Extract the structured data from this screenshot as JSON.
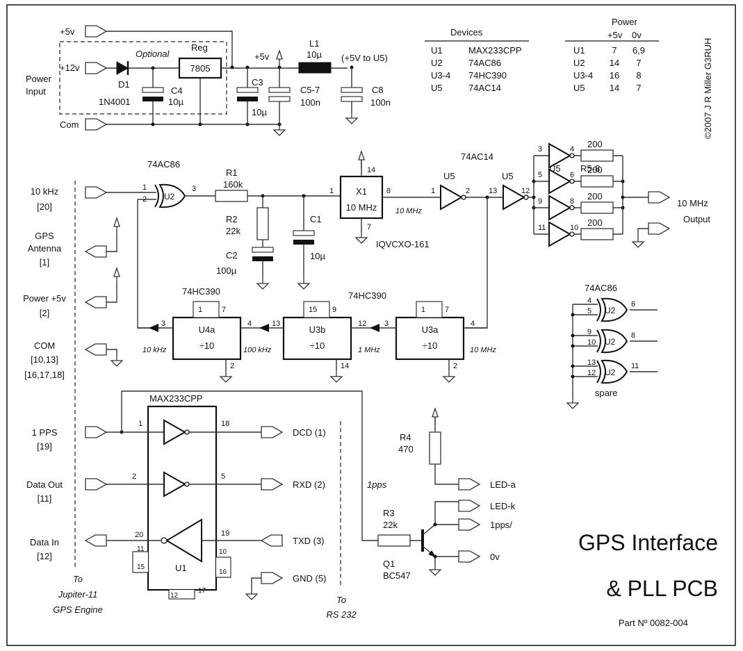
{
  "title": {
    "line1": "GPS Interface",
    "line2": "& PLL  PCB",
    "part": "Part Nº  0082-004",
    "copyright": "©2007 J R Miller G3RUH"
  },
  "power_section": {
    "label_line1": "Power",
    "label_line2": "Input",
    "plus5v": "+5v",
    "plus12v": "+12v",
    "com": "Com",
    "optional": "Optional",
    "reg_label": "Reg",
    "reg_part": "7805",
    "d1_ref": "D1",
    "d1_part": "1N4001",
    "c4_ref": "C4",
    "c4_val": "10µ",
    "c3_ref": "C3",
    "c3_val": "10µ",
    "rail_label": "+5v",
    "l1_ref": "L1",
    "l1_val": "10µ",
    "u5_supply": "(+5V to U5)",
    "c57_ref": "C5-7",
    "c57_val": "100n",
    "c8_ref": "C8",
    "c8_val": "100n"
  },
  "devices_table": {
    "heading": "Devices",
    "rows": [
      {
        "ref": "U1",
        "part": "MAX233CPP"
      },
      {
        "ref": "U2",
        "part": "74AC86"
      },
      {
        "ref": "U3-4",
        "part": "74HC390"
      },
      {
        "ref": "U5",
        "part": "74AC14"
      }
    ]
  },
  "power_table": {
    "heading": "Power",
    "col_5v": "+5v",
    "col_0v": "0v",
    "rows": [
      {
        "ref": "U1",
        "v5": "7",
        "v0": "6,9"
      },
      {
        "ref": "U2",
        "v5": "14",
        "v0": "7"
      },
      {
        "ref": "U3-4",
        "v5": "16",
        "v0": "8"
      },
      {
        "ref": "U5",
        "v5": "14",
        "v0": "7"
      }
    ]
  },
  "connector_left": {
    "items": [
      {
        "name": "10 kHz",
        "pin": "[20]"
      },
      {
        "name": "GPS",
        "name2": "Antenna",
        "pin": "[1]"
      },
      {
        "name": "Power +5v",
        "pin": "[2]"
      },
      {
        "name": "COM",
        "pin": "[10,13]",
        "pin2": "[16,17,18]"
      },
      {
        "name": "1 PPS",
        "pin": "[19]"
      },
      {
        "name": "Data Out",
        "pin": "[11]"
      },
      {
        "name": "Data In",
        "pin": "[12]"
      }
    ],
    "footer1": "To",
    "footer2": "Jupiter-11",
    "footer3": "GPS Engine"
  },
  "pll": {
    "xor_part": "74AC86",
    "xor_ref": "U2",
    "xor_pins": [
      "1",
      "2",
      "3"
    ],
    "r1_ref": "R1",
    "r1_val": "160k",
    "r2_ref": "R2",
    "r2_val": "22k",
    "c2_ref": "C2",
    "c2_val": "100µ",
    "c1_ref": "C1",
    "c1_val": "10µ",
    "x1_ref": "X1",
    "x1_freq": "10 MHz",
    "x1_part": "IQVCXO-161",
    "x1_pins": [
      "1",
      "8",
      "14",
      "7"
    ],
    "net_10mhz": "10 MHz",
    "inv_part": "74AC14",
    "inv_ref": "U5",
    "inv1_pins": [
      "1",
      "2"
    ],
    "inv2_pins": [
      "13",
      "12"
    ]
  },
  "output_stage": {
    "ref": "U5",
    "res_ref": "R5-8",
    "res_val": "200",
    "gates": [
      {
        "in": "3",
        "out": "4"
      },
      {
        "in": "5",
        "out": "6"
      },
      {
        "in": "9",
        "out": "8"
      },
      {
        "in": "11",
        "out": "10"
      }
    ],
    "out_label1": "10 MHz",
    "out_label2": "Output"
  },
  "dividers": {
    "part_u4": "74HC390",
    "part_u3": "74HC390",
    "blocks": [
      {
        "ref": "U4a",
        "div": "÷10",
        "top_pins": [
          "1",
          "7"
        ],
        "in_pin": "4",
        "out_pin": "3",
        "gnd_pin": "2",
        "out_freq": "10 kHz"
      },
      {
        "ref": "U3b",
        "div": "÷10",
        "top_pins": [
          "15",
          "9"
        ],
        "in_pin": "12",
        "out_pin": "13",
        "gnd_pin": "14",
        "out_freq": "100 kHz"
      },
      {
        "ref": "U3a",
        "div": "÷10",
        "top_pins": [
          "1",
          "7"
        ],
        "in_pin": "4",
        "out_pin": "3",
        "gnd_pin": "2",
        "out_freq": "1 MHz"
      }
    ],
    "in_freq": "10 MHz"
  },
  "spare": {
    "part": "74AC86",
    "ref": "U2",
    "gates": [
      {
        "in1": "4",
        "in2": "5",
        "out": "6"
      },
      {
        "in1": "9",
        "in2": "10",
        "out": "8"
      },
      {
        "in1": "13",
        "in2": "12",
        "out": "11"
      }
    ],
    "label": "spare"
  },
  "max233": {
    "part": "MAX233CPP",
    "ref": "U1",
    "pins": {
      "p1": "1",
      "p18": "18",
      "p2": "2",
      "p5": "5",
      "p20": "20",
      "p19": "19",
      "p11": "11",
      "p15": "15",
      "p10": "10",
      "p16": "16",
      "p12": "12",
      "p17": "17"
    }
  },
  "rs232": {
    "items": [
      "DCD (1)",
      "RXD (2)",
      "TXD (3)",
      "GND (5)"
    ],
    "footer1": "To",
    "footer2": "RS 232"
  },
  "led_driver": {
    "r4_ref": "R4",
    "r4_val": "470",
    "r3_ref": "R3",
    "r3_val": "22k",
    "q1_ref": "Q1",
    "q1_part": "BC547",
    "net_1pps": "1pps",
    "outputs": [
      "LED-a",
      "LED-k",
      "1pps/",
      "0v"
    ]
  }
}
